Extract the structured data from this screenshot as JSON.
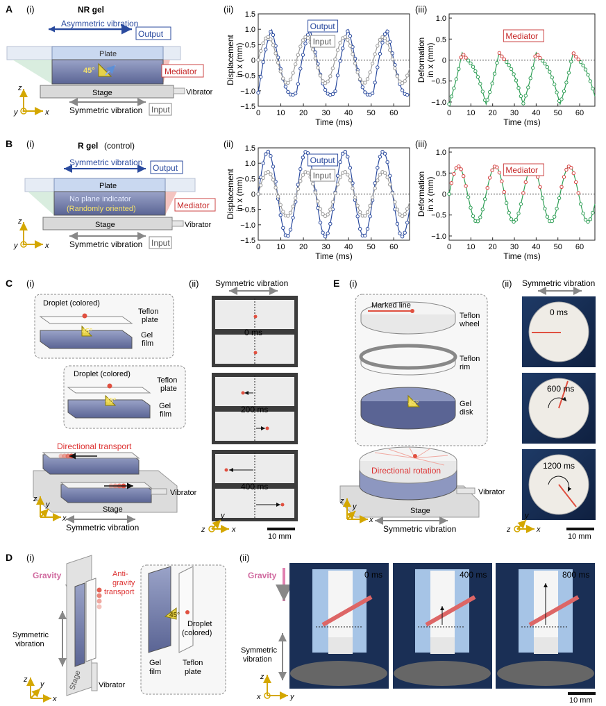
{
  "panelA": {
    "letter": "A",
    "sub_i": "(i)",
    "sub_ii": "(ii)",
    "sub_iii": "(iii)",
    "title": "NR gel",
    "asym": "Asymmetric vibration",
    "output": "Output",
    "plate": "Plate",
    "angle": "45°",
    "mediator": "Mediator",
    "stage": "Stage",
    "vibrator": "Vibrator",
    "sym": "Symmetric vibration",
    "input": "Input",
    "z": "z",
    "y": "y",
    "x": "x"
  },
  "panelB": {
    "letter": "B",
    "sub_i": "(i)",
    "sub_ii": "(ii)",
    "sub_iii": "(iii)",
    "title": "R gel",
    "title_suffix": "(control)",
    "sym_top": "Symmetric vibration",
    "output": "Output",
    "plate": "Plate",
    "no_plane": "No plane indicator",
    "random": "(Randomly oriented)",
    "mediator": "Mediator",
    "stage": "Stage",
    "vibrator": "Vibrator",
    "sym": "Symmetric vibration",
    "input": "Input",
    "z": "z",
    "y": "y",
    "x": "x"
  },
  "chart_data": [
    {
      "id": "A-ii",
      "type": "line",
      "xlabel": "Time (ms)",
      "ylabel": "Displacement",
      "ylabel2": "in x (mm)",
      "xlim": [
        0,
        67
      ],
      "ylim": [
        -1.5,
        1.5
      ],
      "xticks": [
        0,
        10,
        20,
        30,
        40,
        50,
        60
      ],
      "yticks": [
        1.5,
        1.0,
        0.5,
        0,
        -0.5,
        -1.0,
        -1.5
      ],
      "yticklabels": [
        "1.5",
        "1.0",
        "0.5",
        "0",
        "−0.5",
        "−1.0",
        "−1.5"
      ],
      "legend": [
        "Output",
        "Input"
      ],
      "series": [
        {
          "name": "Output",
          "kind": "asym",
          "amp": 1.35,
          "offset": -0.25,
          "color": "#2a4a9e"
        },
        {
          "name": "Input",
          "kind": "sine",
          "amp": 0.75,
          "offset": 0,
          "color": "#999999"
        }
      ]
    },
    {
      "id": "A-iii",
      "type": "line",
      "xlabel": "Time (ms)",
      "ylabel": "Deformation",
      "ylabel2": "in x (mm)",
      "xlim": [
        0,
        67
      ],
      "ylim": [
        -1.1,
        1.1
      ],
      "xticks": [
        0,
        10,
        20,
        30,
        40,
        50,
        60
      ],
      "yticks": [
        1.0,
        0.5,
        0,
        -0.5,
        -1.0
      ],
      "yticklabels": [
        "1.0",
        "0.5",
        "0",
        "−0.5",
        "−1.0"
      ],
      "legend": [
        "Mediator"
      ],
      "series": [
        {
          "name": "Mediator",
          "kind": "diffA",
          "amp": 1,
          "offset": 0,
          "color": "#2e9e55"
        }
      ]
    },
    {
      "id": "B-ii",
      "type": "line",
      "xlabel": "Time (ms)",
      "ylabel": "Displacement",
      "ylabel2": "in x (mm)",
      "xlim": [
        0,
        67
      ],
      "ylim": [
        -1.5,
        1.5
      ],
      "xticks": [
        0,
        10,
        20,
        30,
        40,
        50,
        60
      ],
      "yticks": [
        1.5,
        1.0,
        0.5,
        0,
        -0.5,
        -1.0,
        -1.5
      ],
      "yticklabels": [
        "1.5",
        "1.0",
        "0.5",
        "0",
        "−0.5",
        "−1.0",
        "−1.5"
      ],
      "legend": [
        "Output",
        "Input"
      ],
      "series": [
        {
          "name": "Output",
          "kind": "sine",
          "amp": 1.38,
          "offset": 0,
          "color": "#2a4a9e"
        },
        {
          "name": "Input",
          "kind": "sine",
          "amp": 0.72,
          "offset": 0,
          "color": "#999999"
        }
      ]
    },
    {
      "id": "B-iii",
      "type": "line",
      "xlabel": "Time (ms)",
      "ylabel": "Deformation",
      "ylabel2": "in x (mm)",
      "xlim": [
        0,
        67
      ],
      "ylim": [
        -1.1,
        1.1
      ],
      "xticks": [
        0,
        10,
        20,
        30,
        40,
        50,
        60
      ],
      "yticks": [
        1.0,
        0.5,
        0,
        -0.5,
        -1.0
      ],
      "yticklabels": [
        "1.0",
        "0.5",
        "0",
        "−0.5",
        "−1.0"
      ],
      "legend": [
        "Mediator"
      ],
      "series": [
        {
          "name": "Mediator",
          "kind": "sine",
          "amp": 0.66,
          "offset": 0,
          "color": "#2e9e55"
        }
      ]
    }
  ],
  "panelC": {
    "letter": "C",
    "sub_i": "(i)",
    "sub_ii": "(ii)",
    "droplet": "Droplet (colored)",
    "teflon_plate1": "Teflon",
    "teflon_plate2": "plate",
    "gel_film1": "Gel",
    "gel_film2": "film",
    "angle": "45°",
    "directional": "Directional transport",
    "vibrator": "Vibrator",
    "stage": "Stage",
    "sym": "Symmetric vibration",
    "sym_top": "Symmetric vibration",
    "t0": "0 ms",
    "t1": "200 ms",
    "t2": "400 ms",
    "scale": "10 mm",
    "z": "z",
    "y": "y",
    "x": "x"
  },
  "panelE": {
    "letter": "E",
    "sub_i": "(i)",
    "sub_ii": "(ii)",
    "marked": "Marked line",
    "wheel1": "Teflon",
    "wheel2": "wheel",
    "rim1": "Teflon",
    "rim2": "rim",
    "disk1": "Gel",
    "disk2": "disk",
    "angle": "45°",
    "rotation": "Directional rotation",
    "vibrator": "Vibrator",
    "stage": "Stage",
    "sym": "Symmetric vibration",
    "sym_top": "Symmetric vibration",
    "t0": "0 ms",
    "t1": "600 ms",
    "t2": "1200 ms",
    "scale": "10 mm",
    "z": "z",
    "y": "y",
    "x": "x"
  },
  "panelD": {
    "letter": "D",
    "sub_i": "(i)",
    "sub_ii": "(ii)",
    "gravity": "Gravity",
    "anti1": "Anti-",
    "anti2": "gravity",
    "anti3": "transport",
    "sym1": "Symmetric",
    "sym2": "vibration",
    "stage": "Stage",
    "vibrator": "Vibrator",
    "angle": "45°",
    "droplet1": "Droplet",
    "droplet2": "(colored)",
    "gel1": "Gel",
    "gel2": "film",
    "teflon1": "Teflon",
    "teflon2": "plate",
    "gravity2": "Gravity",
    "sym3": "Symmetric",
    "sym4": "vibration",
    "t0": "0 ms",
    "t1": "400 ms",
    "t2": "800 ms",
    "scale": "10 mm",
    "z": "z",
    "y": "y",
    "x": "x"
  }
}
